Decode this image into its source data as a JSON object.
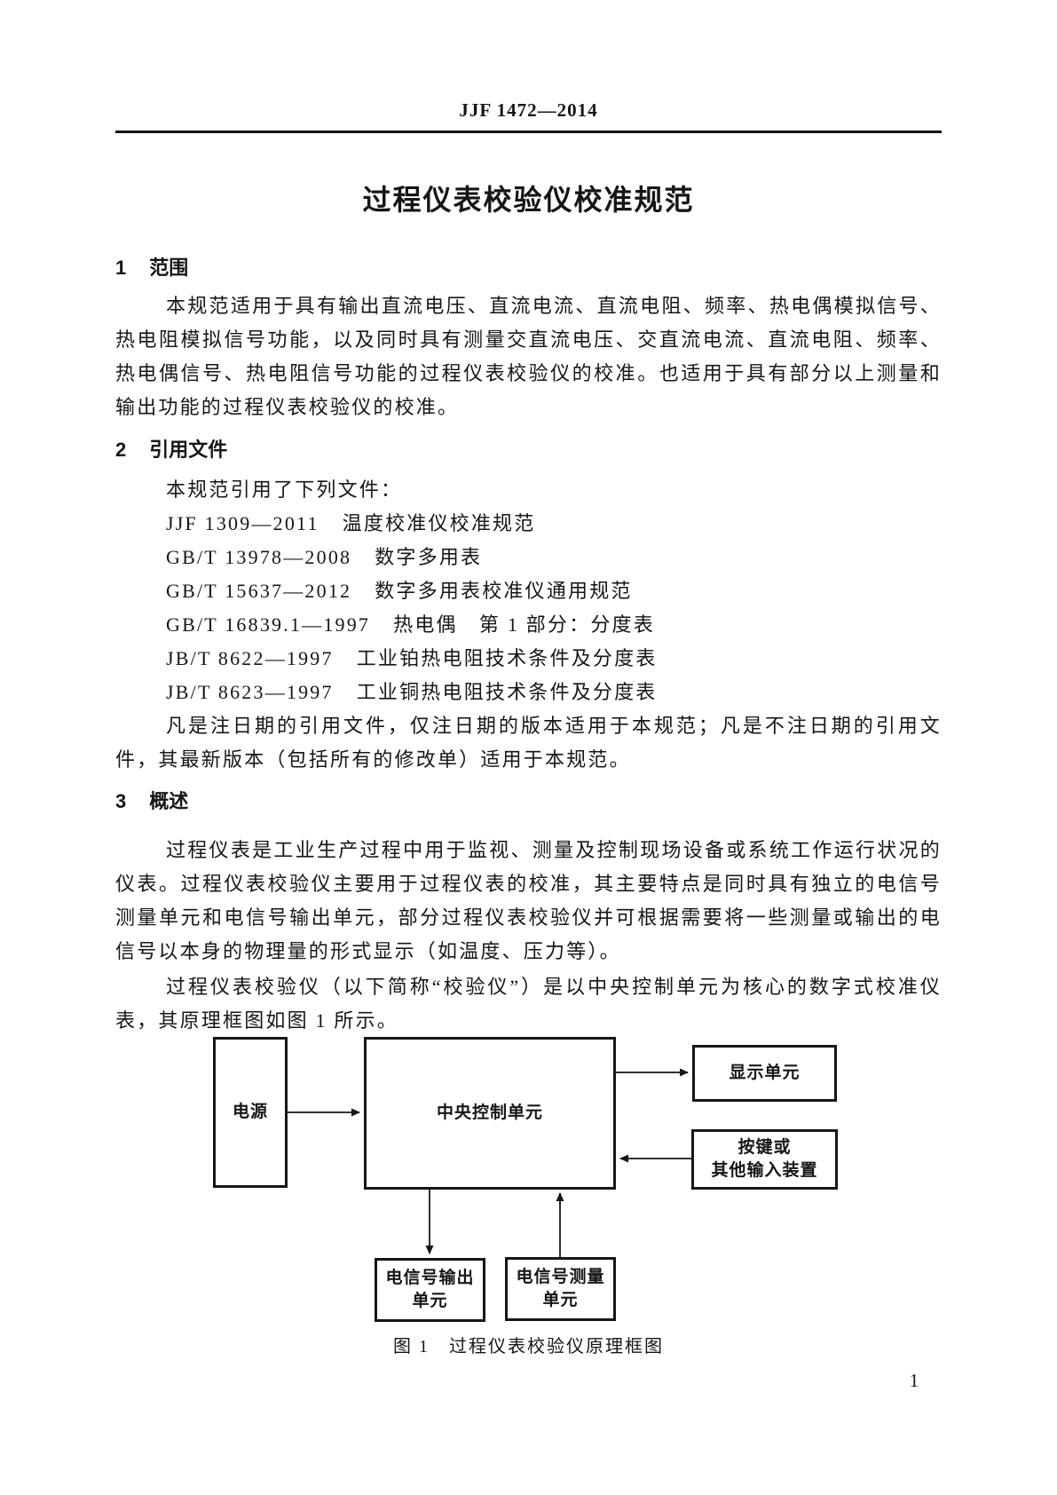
{
  "page": {
    "header_code": "JJF 1472—2014",
    "title": "过程仪表校验仪校准规范",
    "page_number": "1"
  },
  "sections": [
    {
      "number": "1",
      "heading": "范围",
      "paragraphs": [
        "本规范适用于具有输出直流电压、直流电流、直流电阻、频率、热电偶模拟信号、热电阻模拟信号功能，以及同时具有测量交直流电压、交直流电流、直流电阻、频率、热电偶信号、热电阻信号功能的过程仪表校验仪的校准。也适用于具有部分以上测量和输出功能的过程仪表校验仪的校准。"
      ]
    },
    {
      "number": "2",
      "heading": "引用文件",
      "intro": "本规范引用了下列文件：",
      "references": [
        {
          "code": "JJF 1309—2011",
          "name": "温度校准仪校准规范"
        },
        {
          "code": "GB/T 13978—2008",
          "name": "数字多用表"
        },
        {
          "code": "GB/T 15637—2012",
          "name": "数字多用表校准仪通用规范"
        },
        {
          "code": "GB/T 16839.1—1997",
          "name": "热电偶　第 1 部分：分度表"
        },
        {
          "code": "JB/T 8622—1997",
          "name": "工业铂热电阻技术条件及分度表"
        },
        {
          "code": "JB/T 8623—1997",
          "name": "工业铜热电阻技术条件及分度表"
        }
      ],
      "closing": "凡是注日期的引用文件，仅注日期的版本适用于本规范；凡是不注日期的引用文件，其最新版本（包括所有的修改单）适用于本规范。"
    },
    {
      "number": "3",
      "heading": "概述",
      "paragraphs": [
        "过程仪表是工业生产过程中用于监视、测量及控制现场设备或系统工作运行状况的仪表。过程仪表校验仪主要用于过程仪表的校准，其主要特点是同时具有独立的电信号测量单元和电信号输出单元，部分过程仪表校验仪并可根据需要将一些测量或输出的电信号以本身的物理量的形式显示（如温度、压力等）。",
        "过程仪表校验仪（以下简称“校验仪”）是以中央控制单元为核心的数字式校准仪表，其原理框图如图 1 所示。"
      ]
    }
  ],
  "figure": {
    "caption": "图 1　过程仪表校验仪原理框图",
    "blocks": {
      "power": "电源",
      "central": "中央控制单元",
      "display": "显示单元",
      "input": "按键或\n其他输入装置",
      "output_unit": "电信号输出\n单元",
      "measure_unit": "电信号测量\n单元"
    },
    "ink_color": "#161616"
  }
}
